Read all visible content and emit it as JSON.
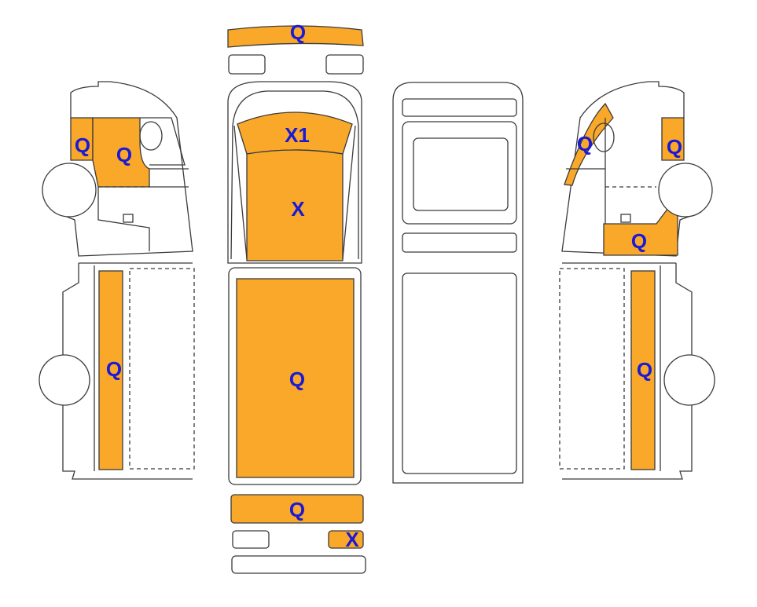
{
  "colors": {
    "fill": "#F9A82A",
    "outline": "#3a3a3a",
    "label": "#1a1ad6",
    "background": "#ffffff"
  },
  "labels": {
    "roof_front_strip": "Q",
    "cab_roof_front": "X1",
    "cab_roof": "X",
    "cargo_roof": "Q",
    "rear_panel": "Q",
    "rear_small_panel": "X",
    "left_cab_front": "Q",
    "left_cab_door": "Q",
    "left_body_strip": "Q",
    "right_cab_front": "Q",
    "right_cab_rear": "Q",
    "right_cab_lower": "Q",
    "right_body_strip": "Q"
  }
}
